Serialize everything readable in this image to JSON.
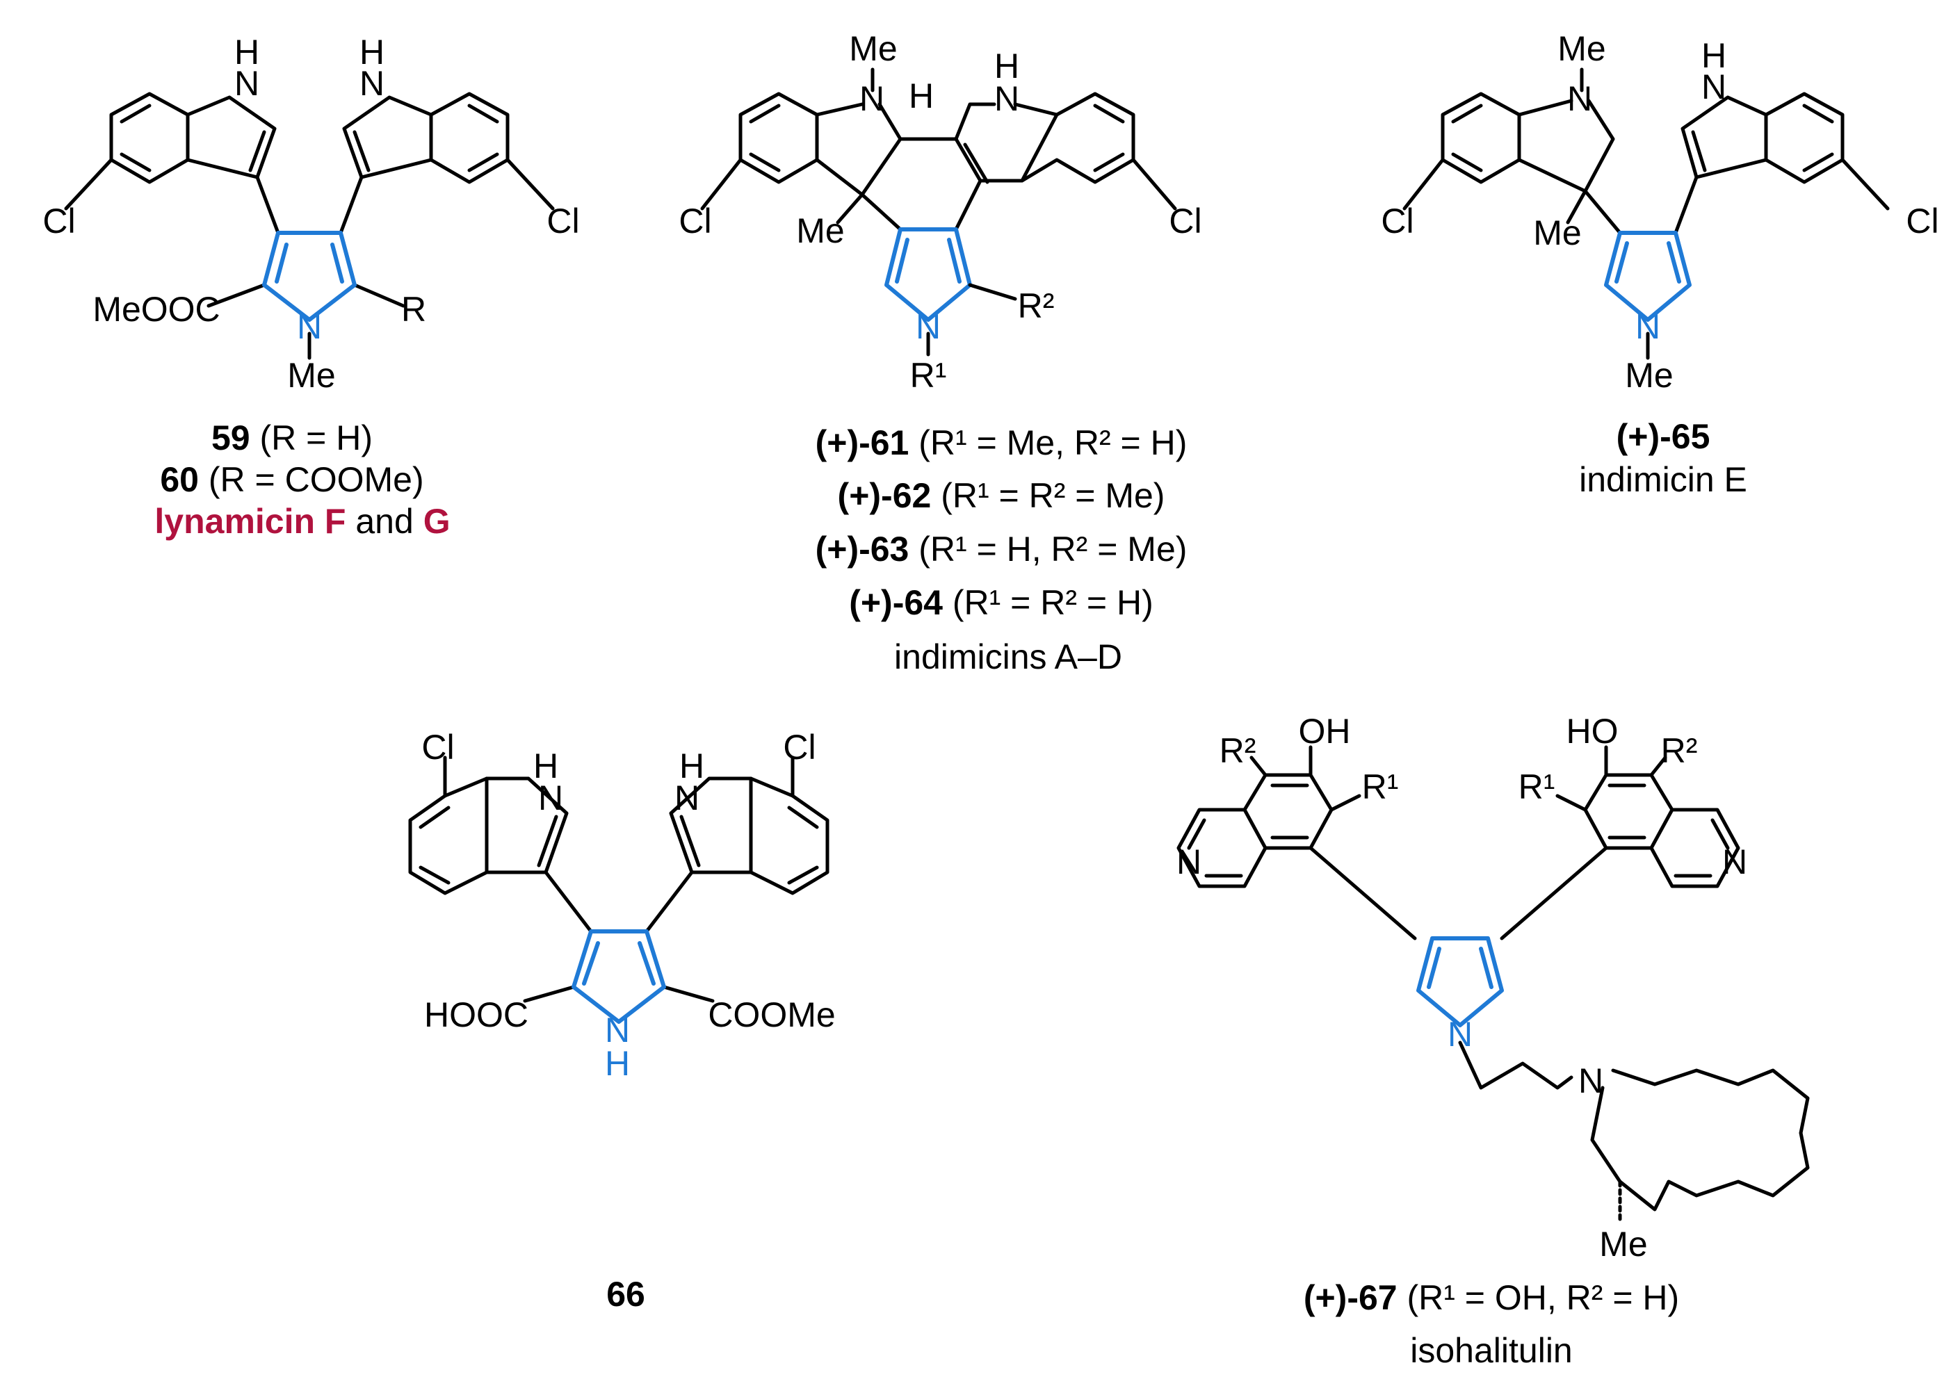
{
  "compounds": [
    {
      "id": "lynamicin",
      "captions": [
        {
          "bold": "59",
          "text": "(R = H)"
        },
        {
          "bold": "60",
          "text": "(R = COOMe)"
        }
      ],
      "name_parts": [
        "lynamicin F",
        " and ",
        "G"
      ],
      "atoms": {
        "nh_left": "H\nN",
        "nh_right": "H\nN",
        "cl_left": "Cl",
        "cl_right": "Cl",
        "ester": "MeOOC",
        "r": "R",
        "n": "N",
        "n_me": "Me"
      }
    },
    {
      "id": "indimicins-a-d",
      "captions": [
        {
          "bold": "(+)-61",
          "text": "(R¹ = Me, R² = H)"
        },
        {
          "bold": "(+)-62",
          "text": "(R¹ = R² = Me)"
        },
        {
          "bold": "(+)-63",
          "text": "(R¹ = H, R² = Me)"
        },
        {
          "bold": "(+)-64",
          "text": "(R¹ = R² = H)"
        }
      ],
      "name": "indimicins A–D",
      "atoms": {
        "me_top": "Me",
        "n_left": "N",
        "h_stereo": "H",
        "nh_right": "H\nN",
        "me_q": "Me",
        "cl_left": "Cl",
        "cl_right": "Cl",
        "n": "N",
        "r1": "R¹",
        "r2": "R²"
      }
    },
    {
      "id": "indimicin-e",
      "captions": [
        {
          "bold": "(+)-65",
          "text": ""
        }
      ],
      "name": "indimicin E",
      "atoms": {
        "me_top": "Me",
        "n_left": "N",
        "nh_right": "H\nN",
        "me_q": "Me",
        "cl_left": "Cl",
        "cl_right": "Cl",
        "n": "N",
        "n_me": "Me"
      }
    },
    {
      "id": "compound-66",
      "captions": [
        {
          "bold": "66",
          "text": ""
        }
      ],
      "name": "",
      "atoms": {
        "cl_left": "Cl",
        "cl_right": "Cl",
        "nh_left": "H\nN",
        "nh_right": "H\nN",
        "acid": "HOOC",
        "ester": "COOMe",
        "n": "N",
        "nh": "H"
      }
    },
    {
      "id": "isohalitulin",
      "captions": [
        {
          "bold": "(+)-67",
          "text": "(R¹ = OH, R² = H)"
        }
      ],
      "name": "isohalitulin",
      "atoms": {
        "r2_left": "R²",
        "oh": "OH",
        "r1_left": "R¹",
        "ho": "HO",
        "r1_right": "R¹",
        "r2_right": "R²",
        "n_q_left": "N",
        "n_q_right": "N",
        "n_pyr": "N",
        "n_ring": "N",
        "me": "Me"
      }
    }
  ],
  "colors": {
    "pyrrole": "#1f7ad6",
    "natural_product_name": "#b0123e",
    "bonds": "#000000"
  }
}
